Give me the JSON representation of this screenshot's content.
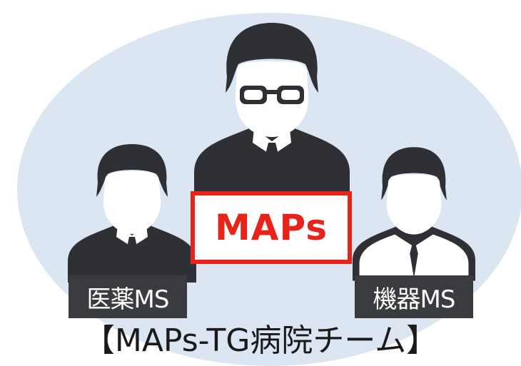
{
  "colors": {
    "background_ellipse": "#dbe6f2",
    "figure_dark": "#2e3035",
    "figure_face": "#ffffff",
    "label_bg": "#3a3b3e",
    "label_text": "#ffffff",
    "highlight": "#e8231a"
  },
  "figures": [
    {
      "role": "center",
      "icon": "person-with-glasses-icon"
    },
    {
      "role": "left",
      "icon": "person-icon"
    },
    {
      "role": "right",
      "icon": "person-icon"
    }
  ],
  "labels": {
    "center": "MAPs",
    "left": "医薬MS",
    "right": "機器MS",
    "team": "【MAPs-TG病院チーム】"
  }
}
